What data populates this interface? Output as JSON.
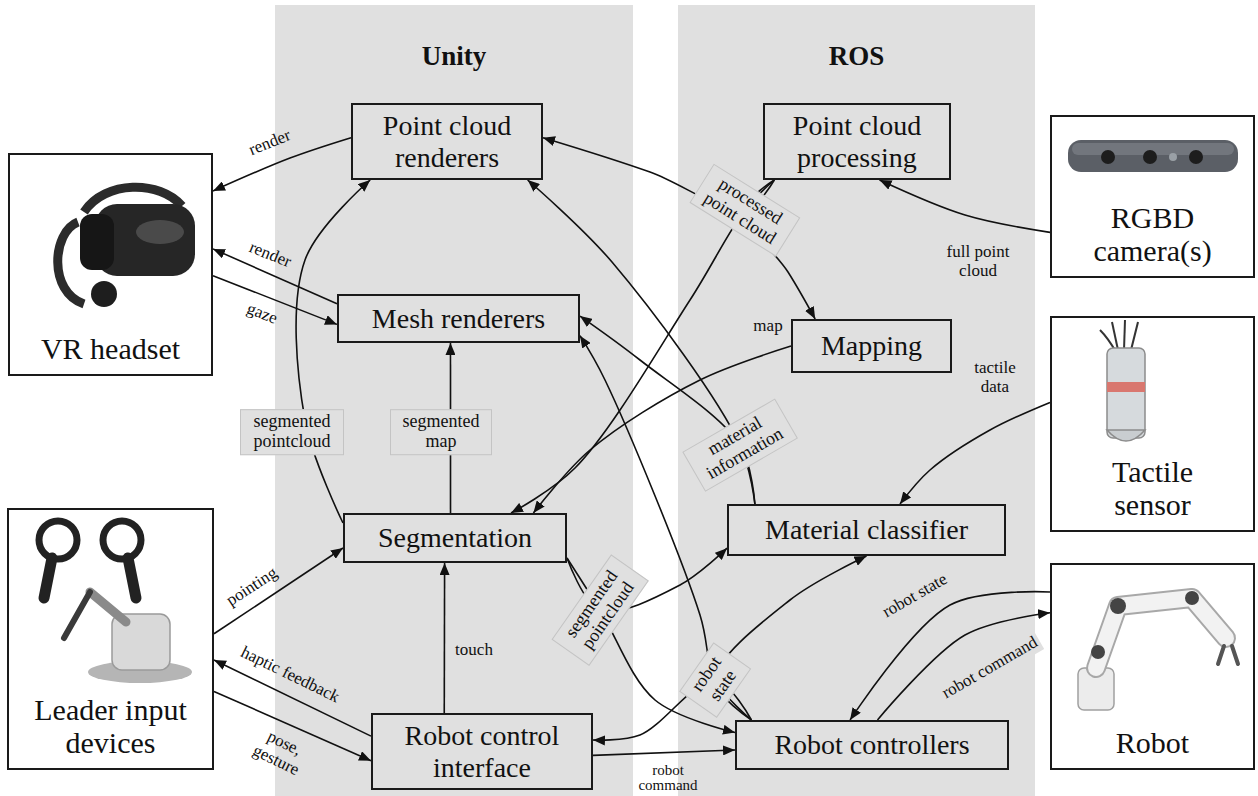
{
  "diagram": {
    "nodes": [
      {
        "text": [
          "Unity"
        ]
      },
      {
        "text": [
          "ROS"
        ]
      },
      {
        "text": [
          "VR headset"
        ]
      },
      {
        "text": [
          "Point cloud renderers"
        ],
        "in": 0
      },
      {
        "text": [
          "Point cloud processing"
        ],
        "in": 1
      },
      {
        "text": [
          "RGBD camera(s)"
        ]
      },
      {
        "text": [
          "Mesh renderers"
        ],
        "in": 0
      },
      {
        "text": [
          "Mapping"
        ],
        "in": 1
      },
      {
        "text": [
          "Tactile sensor"
        ]
      },
      {
        "text": [
          "Segmentation"
        ],
        "in": 0
      },
      {
        "text": [
          "Material classifier"
        ],
        "in": 1
      },
      {
        "text": [
          "Leader input devices"
        ]
      },
      {
        "text": [
          "Robot"
        ]
      },
      {
        "text": [
          "Robot control interface"
        ],
        "in": 0
      },
      {
        "text": [
          "Robot controllers"
        ],
        "in": 1
      }
    ],
    "edges": [
      {
        "from": 3,
        "to": 2,
        "label": "render",
        "arrow": "to"
      },
      {
        "from": 6,
        "to": 2,
        "label": "render",
        "arrow": "to"
      },
      {
        "from": 2,
        "to": 6,
        "label": "gaze",
        "arrow": "to"
      },
      {
        "from": 5,
        "to": 4,
        "label": "full point cloud",
        "arrow": "to"
      },
      {
        "from": 4,
        "to": 3,
        "label": "processed point cloud",
        "arrow": "to"
      },
      {
        "from": 4,
        "to": 7,
        "arrow": "to"
      },
      {
        "from": 4,
        "to": 9,
        "arrow": "to"
      },
      {
        "from": 7,
        "to": 9,
        "label": "map",
        "arrow": "to"
      },
      {
        "from": 9,
        "to": 3,
        "label": "segmented pointcloud",
        "arrow": "to"
      },
      {
        "from": 9,
        "to": 6,
        "label": "segmented map",
        "arrow": "to"
      },
      {
        "from": 10,
        "to": 6,
        "label": "material information",
        "arrow": "to"
      },
      {
        "from": 10,
        "to": 3,
        "arrow": "to"
      },
      {
        "from": 8,
        "to": 10,
        "label": "tactile data",
        "arrow": "to"
      },
      {
        "from": 9,
        "to": 10,
        "label": "segmented pointcloud",
        "arrow": "to"
      },
      {
        "from": 9,
        "to": 14,
        "arrow": "to"
      },
      {
        "from": 14,
        "to": 13,
        "label": "robot state",
        "arrow": "to"
      },
      {
        "from": 14,
        "to": 10,
        "arrow": "to"
      },
      {
        "from": 14,
        "to": 6,
        "arrow": "to"
      },
      {
        "from": 12,
        "to": 14,
        "label": "robot state",
        "arrow": "to"
      },
      {
        "from": 14,
        "to": 12,
        "label": "robot command",
        "arrow": "to"
      },
      {
        "from": 13,
        "to": 14,
        "label": "robot command",
        "arrow": "to"
      },
      {
        "from": 11,
        "to": 9,
        "label": "pointing",
        "arrow": "to"
      },
      {
        "from": 13,
        "to": 11,
        "label": "haptic feedback",
        "arrow": "to"
      },
      {
        "from": 11,
        "to": 13,
        "label": "pose, gesture",
        "arrow": "to"
      },
      {
        "from": 13,
        "to": 9,
        "label": "touch",
        "arrow": "to"
      }
    ]
  }
}
